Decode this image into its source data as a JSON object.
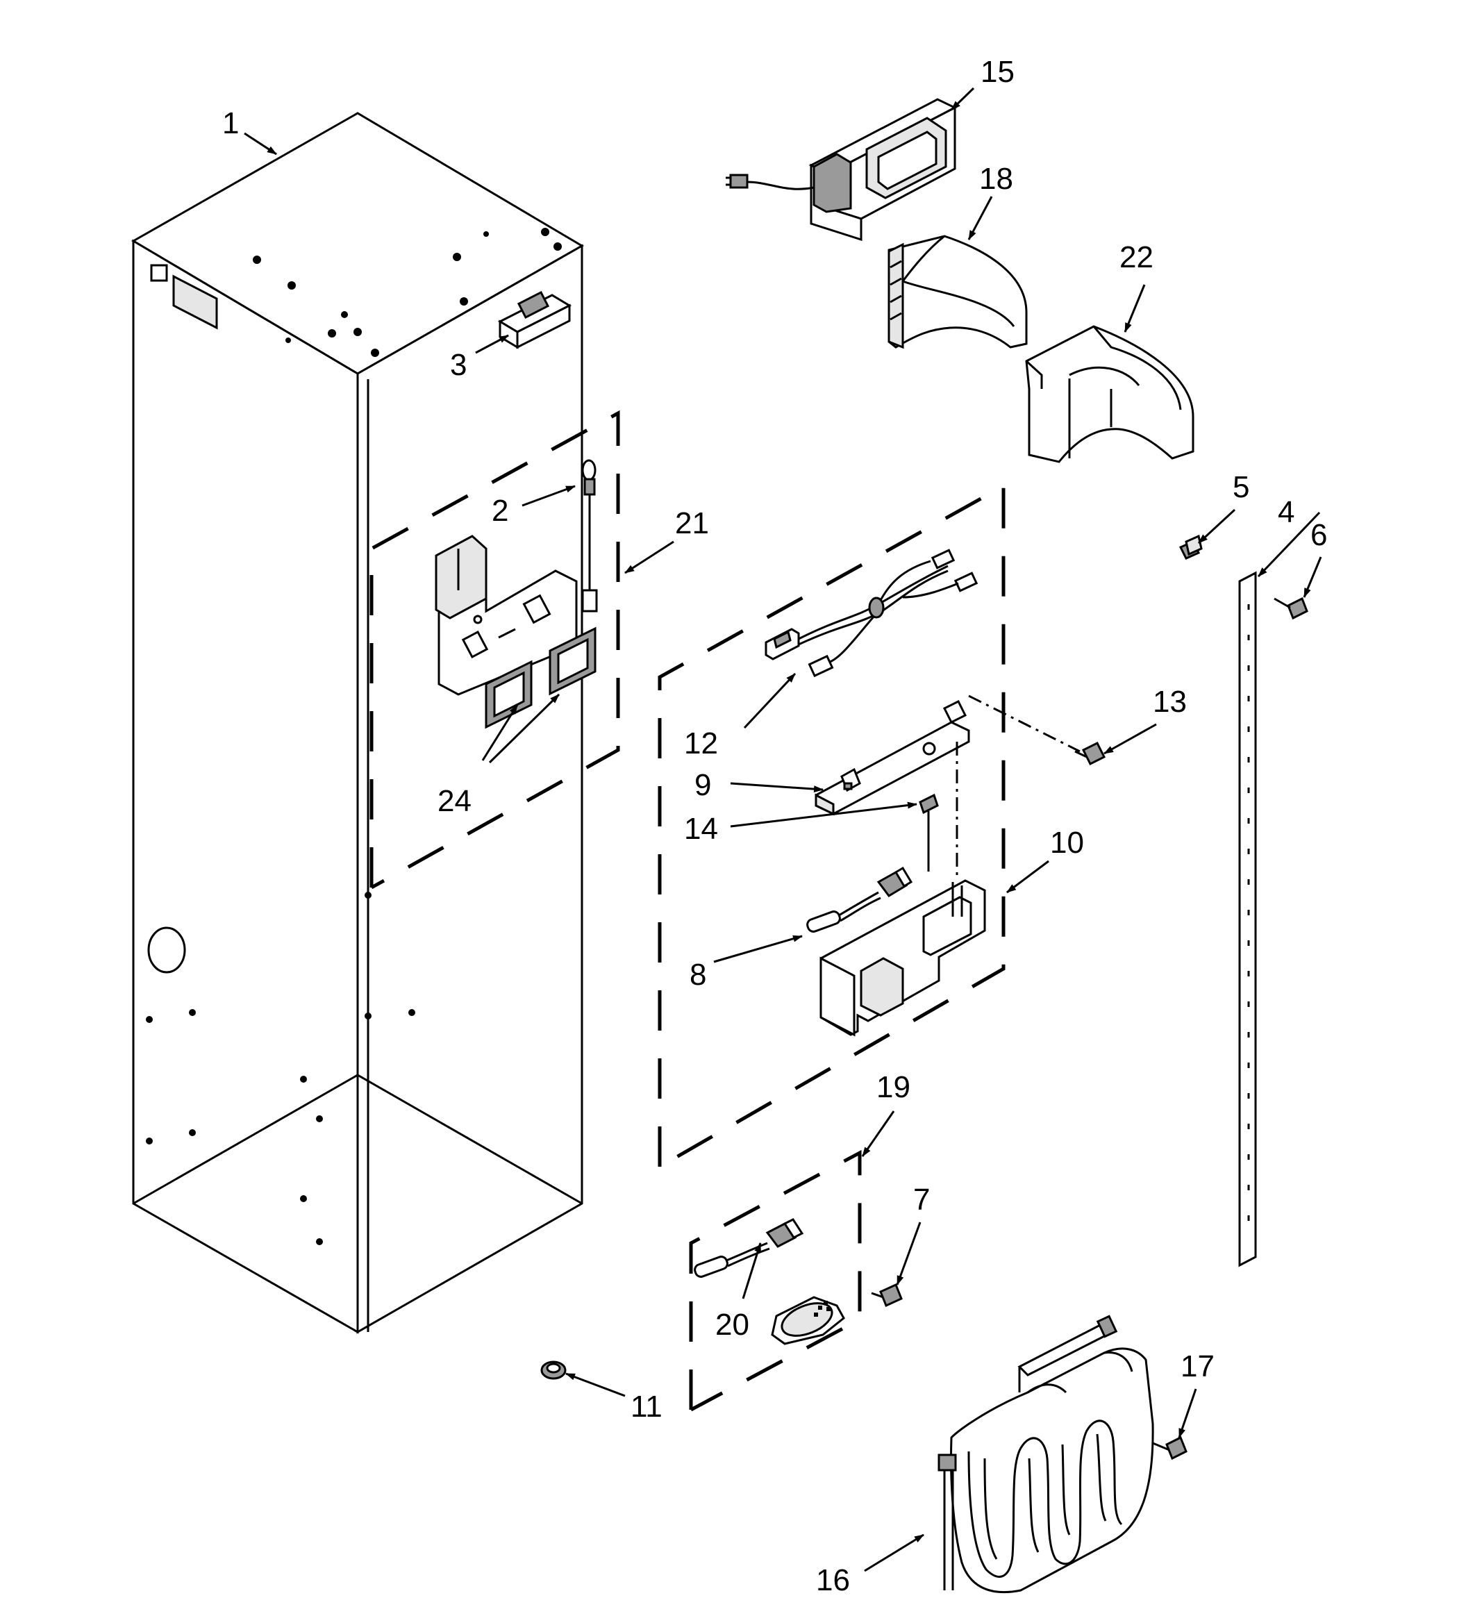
{
  "callouts": {
    "c1": "1",
    "c2": "2",
    "c3": "3",
    "c4": "4",
    "c5": "5",
    "c6": "6",
    "c7": "7",
    "c8": "8",
    "c9": "9",
    "c10": "10",
    "c11": "11",
    "c12": "12",
    "c13": "13",
    "c14": "14",
    "c15": "15",
    "c16": "16",
    "c17": "17",
    "c18": "18",
    "c19": "19",
    "c20": "20",
    "c21": "21",
    "c22": "22",
    "c24": "24"
  }
}
